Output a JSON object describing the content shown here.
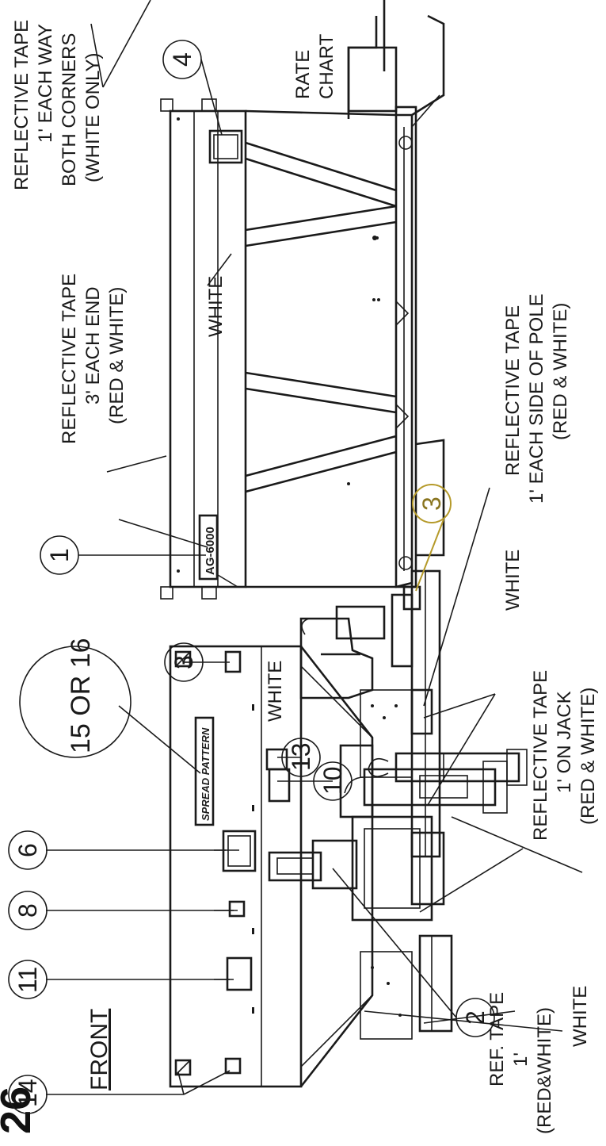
{
  "page_number": "26",
  "front_label": "FRONT",
  "callout_numbers": {
    "c14": "14",
    "c2": "2",
    "c11": "11",
    "c8": "8",
    "c6": "6",
    "c10": "10",
    "c13": "13",
    "c3a": "3",
    "c3b": "3",
    "c1": "1",
    "c4": "4",
    "c15_16": "15 OR 16"
  },
  "white_labels": {
    "w_front": "WHITE",
    "w_hopper_front": "WHITE",
    "w_hopper_top": "WHITE",
    "w_frame": "WHITE"
  },
  "reflective_tape": {
    "ref_1": "REF. TAPE",
    "ref_2": "1'",
    "ref_3": "(RED&WHITE)",
    "jack_1": "REFLECTIVE TAPE",
    "jack_2": "1' ON JACK",
    "jack_3": "(RED & WHITE)",
    "pole_1": "REFLECTIVE TAPE",
    "pole_2": "1' EACH SIDE OF POLE",
    "pole_3": "(RED & WHITE)",
    "end_1": "REFLECTIVE TAPE",
    "end_2": "3' EACH END",
    "end_3": "(RED & WHITE)",
    "corner_1": "REFLECTIVE TAPE",
    "corner_2": "1' EACH WAY",
    "corner_3": "BOTH CORNERS",
    "corner_4": "(WHITE ONLY)"
  },
  "rate_chart": {
    "line1": "RATE",
    "line2": "CHART"
  },
  "decals": {
    "spread_pattern": "SPREAD PATTERN",
    "model": "AG-6000"
  }
}
